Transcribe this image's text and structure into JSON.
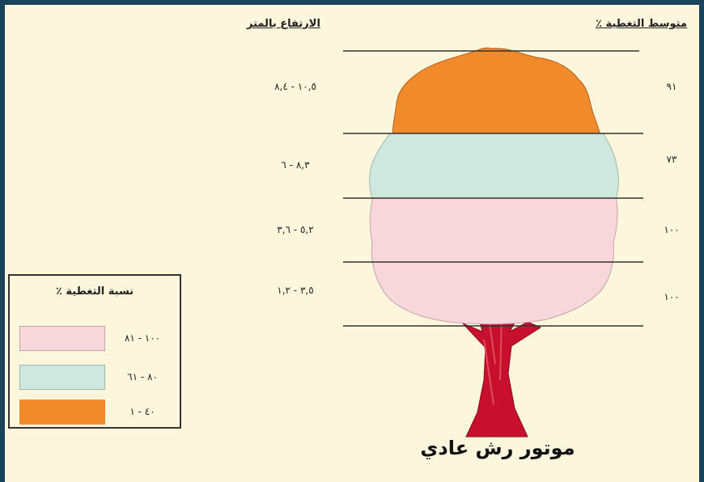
{
  "headers": {
    "height_label": "الارتفاع بالمتر",
    "avg_coverage_label": "متوسط التغطية ٪"
  },
  "rows": [
    {
      "height_range": "١٠,٥ - ٨,٤",
      "avg_coverage": "٩١",
      "coverage_class": "high_low",
      "color": "#f08a2a"
    },
    {
      "height_range": "٨,٣ - ٦",
      "avg_coverage": "٧٣",
      "coverage_class": "mid",
      "color": "#cfe8df"
    },
    {
      "height_range": "٥,٢ - ٣,٦",
      "avg_coverage": "١٠٠",
      "coverage_class": "high",
      "color": "#f7d6dc"
    },
    {
      "height_range": "٣,٥ - ١,٢",
      "avg_coverage": "١٠٠",
      "coverage_class": "high",
      "color": "#f7d6dc"
    }
  ],
  "legend": {
    "title": "نسبة التغطية ٪",
    "items": [
      {
        "label": "١٠٠ - ٨١",
        "color": "#f7d6dc"
      },
      {
        "label": "٨٠ - ٦١",
        "color": "#cfe8df"
      },
      {
        "label": "٤٠ - ١",
        "color": "#f08a2a"
      }
    ]
  },
  "caption": "موتور رش عادي",
  "colors": {
    "background_frame": "#18435a",
    "panel": "#fbf6dc",
    "trunk": "#c8102e",
    "lines": "#333333"
  }
}
